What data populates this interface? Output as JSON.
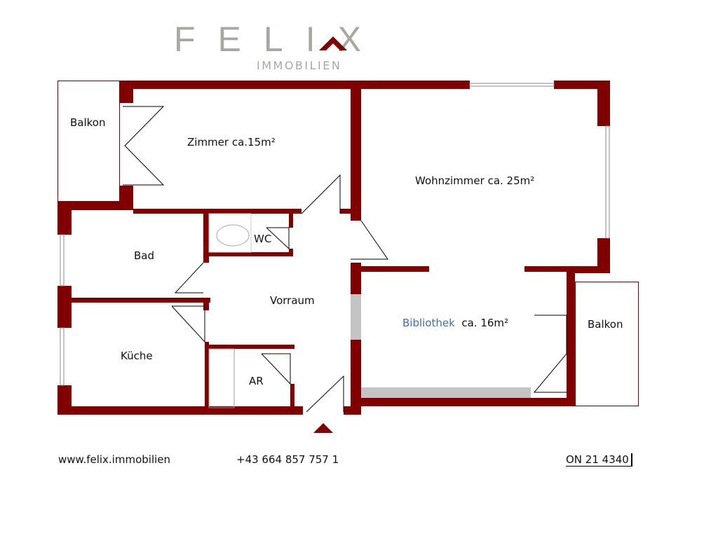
{
  "logo": {
    "name": "FELIX",
    "subtitle": "IMMOBILIEN"
  },
  "rooms": {
    "balkon_left": "Balkon",
    "zimmer": "Zimmer  ca.15m²",
    "wohnzimmer": "Wohnzimmer ca. 25m²",
    "wc": "WC",
    "bad": "Bad",
    "vorraum": "Vorraum",
    "bibliothek_name": "Bibliothek",
    "bibliothek_area": "ca. 16m²",
    "balkon_right": "Balkon",
    "kueche": "Küche",
    "ar": "AR"
  },
  "footer": {
    "website": "www.felix.immobilien",
    "phone": "+43 664 857 757 1",
    "object_number": "ON 21 4340"
  },
  "colors": {
    "wall": "#800000",
    "logo_grey": "#a9a8a0",
    "highlight": "#3a6fb5"
  }
}
